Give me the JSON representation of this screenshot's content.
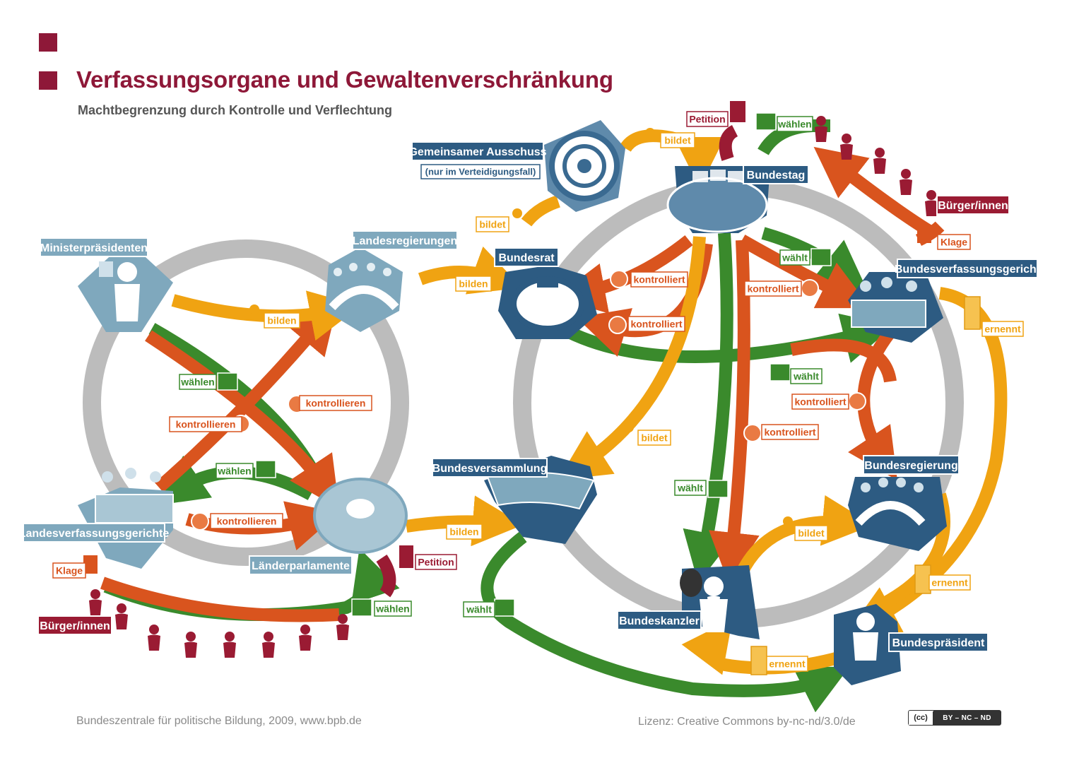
{
  "header": {
    "title": "Verfassungsorgane und Gewaltenverschränkung",
    "subtitle": "Machtbegrenzung durch Kontrolle und Verflechtung"
  },
  "colors": {
    "brand": "#8e1838",
    "organ_dark": "#2d5b82",
    "organ_light": "#7fa8bd",
    "ring": "#b5b5b5",
    "green": "#3a8a2c",
    "orange": "#d9541e",
    "yellow": "#f0a312",
    "citizen": "#9a1b33"
  },
  "organs": {
    "gemeinsamer_ausschuss": "Gemeinsamer Ausschuss",
    "gemeinsamer_ausschuss_note": "(nur im Verteidigungsfall)",
    "bundestag": "Bundestag",
    "bundesrat": "Bundesrat",
    "bundesverfassungsgericht": "Bundesverfassungsgericht",
    "bundesversammlung": "Bundesversammlung",
    "bundesregierung": "Bundesregierung",
    "bundeskanzler": "Bundeskanzler",
    "bundespraesident": "Bundespräsident",
    "ministerpraesidenten": "Ministerpräsidenten",
    "landesregierungen": "Landesregierungen",
    "landesverfassungsgerichte": "Landesverfassungsgerichte",
    "laenderparlamente": "Länderparlamente",
    "buerger_bund": "Bürger/innen",
    "buerger_land": "Bürger/innen"
  },
  "relations": {
    "bildet_ga": "bildet",
    "bildet_br": "bildet",
    "bilden_lr_br": "bilden",
    "bilden_mp_lr": "bilden",
    "bilden_lp_bv": "bilden",
    "bildet_bt_bv": "bildet",
    "bildet_bk_breg": "bildet",
    "waehlen_bt": "wählen",
    "waehlt_bvg": "wählt",
    "waehlt_br_bvg": "wählt",
    "waehlt_bk": "wählt",
    "waehlt_bp": "wählt",
    "waehlen_mp": "wählen",
    "waehlen_lvg": "wählen",
    "waehlen_lp": "wählen",
    "kontrolliert_br": "kontrolliert",
    "kontrolliert_br2": "kontrolliert",
    "kontrolliert_bvg": "kontrolliert",
    "kontrolliert_breg": "kontrolliert",
    "kontrolliert_bk": "kontrolliert",
    "kontrollieren_1": "kontrollieren",
    "kontrollieren_2": "kontrollieren",
    "kontrollieren_3": "kontrollieren",
    "ernennt_bvg": "ernennt",
    "ernennt_breg": "ernennt",
    "ernennt_bk": "ernennt",
    "petition_bund": "Petition",
    "petition_land": "Petition",
    "klage_bund": "Klage",
    "klage_land": "Klage"
  },
  "footer": {
    "source": "Bundeszentrale für politische Bildung, 2009, www.bpb.de",
    "license": "Lizenz: Creative Commons by-nc-nd/3.0/de",
    "cc_badge": "(cc)",
    "cc_terms": "BY – NC – ND"
  }
}
